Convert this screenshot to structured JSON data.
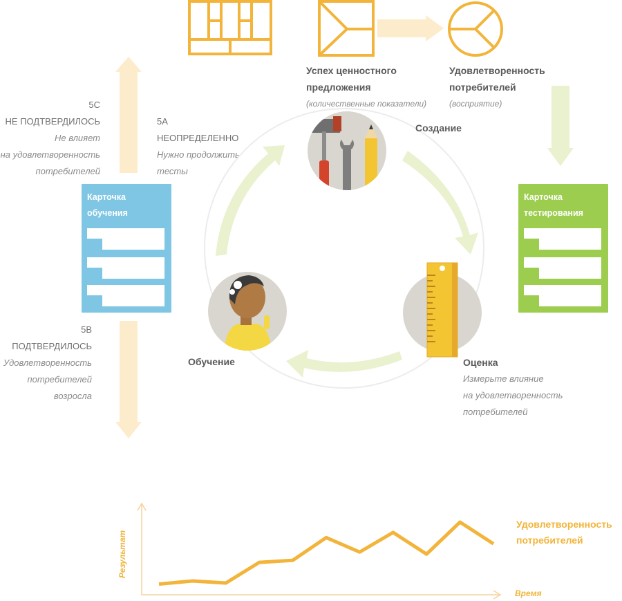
{
  "top_left_icon": "grid-template-icon",
  "top_mid_icon": "envelope-proposition-icon",
  "top_right_icon": "pie-customer-icon",
  "value_prop": {
    "title": "Успех ценностного предложения",
    "subtitle": "(количественные показатели)"
  },
  "customer_sat": {
    "title": "Удовлетворенность потребителей",
    "subtitle": "(восприятие)"
  },
  "branch_5c": {
    "code": "5C",
    "status": "НЕ ПОДТВЕРДИЛОСЬ",
    "line1": "Не влияет",
    "line2": "на удовлетворенность",
    "line3": "потребителей"
  },
  "branch_5a": {
    "code": "5A",
    "status": "НЕОПРЕДЕЛЕННО",
    "line1": "Нужно продолжить",
    "line2": "тесты"
  },
  "branch_5b": {
    "code": "5B",
    "status": "ПОДТВЕРДИЛОСЬ",
    "line1": "Удовлетворенность",
    "line2": "потребителей",
    "line3": "возросла"
  },
  "learning_card": {
    "title": "Карточка обучения",
    "color": "#7fc6e4"
  },
  "test_card": {
    "title": "Карточка тестирования",
    "color": "#9ccd4e"
  },
  "cycle": {
    "build": {
      "label": "Создание",
      "icon": "tools-icon"
    },
    "measure": {
      "label": "Оценка",
      "line1": "Измерьте влияние",
      "line2": "на удовлетворенность",
      "line3": "потребителей",
      "icon": "ruler-icon"
    },
    "learn": {
      "label": "Обучение",
      "icon": "thinking-person-icon"
    }
  },
  "colors": {
    "accent_orange": "#f2b43a",
    "pale_orange": "#fdeccb",
    "pale_green": "#e9f1cf",
    "circle_bg": "#d9d6cf"
  },
  "chart_data": {
    "type": "line",
    "title": "",
    "xlabel": "Время",
    "ylabel": "Результат",
    "series": [
      {
        "name": "Удовлетворенность потребителей",
        "values": [
          1.0,
          1.6,
          1.2,
          5.2,
          5.6,
          10.0,
          7.2,
          11.0,
          6.8,
          13.0,
          8.8
        ]
      }
    ],
    "ylim": [
      0,
      15
    ]
  }
}
